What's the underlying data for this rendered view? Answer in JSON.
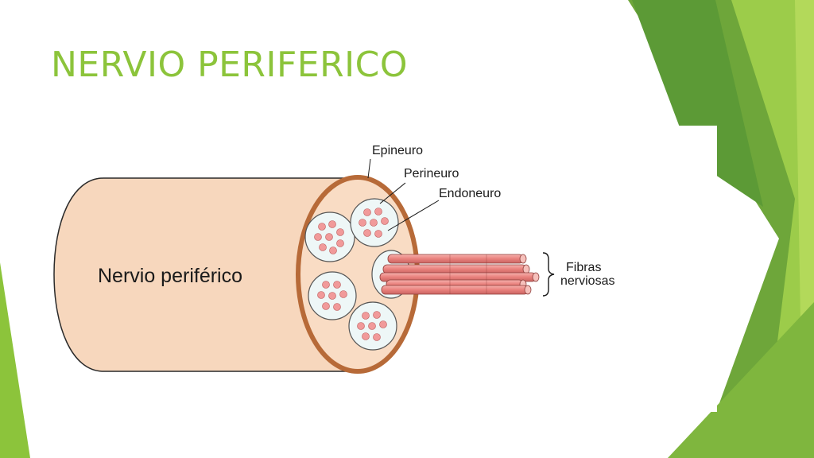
{
  "slide": {
    "title": "NERVIO PERIFERICO",
    "accent_color": "#8cc43b"
  },
  "diagram": {
    "main_label": "Nervio periférico",
    "labels": {
      "epineuro": "Epineuro",
      "perineuro": "Perineuro",
      "endoneuro": "Endoneuro",
      "fibras_line1": "Fibras",
      "fibras_line2": "nerviosas"
    },
    "colors": {
      "sheath": "#f7d7bd",
      "sheath_edge": "#b76a38",
      "fascicle": "#eef7f7",
      "axon": "#f19a9a",
      "fiber": "#ea8a86"
    }
  }
}
